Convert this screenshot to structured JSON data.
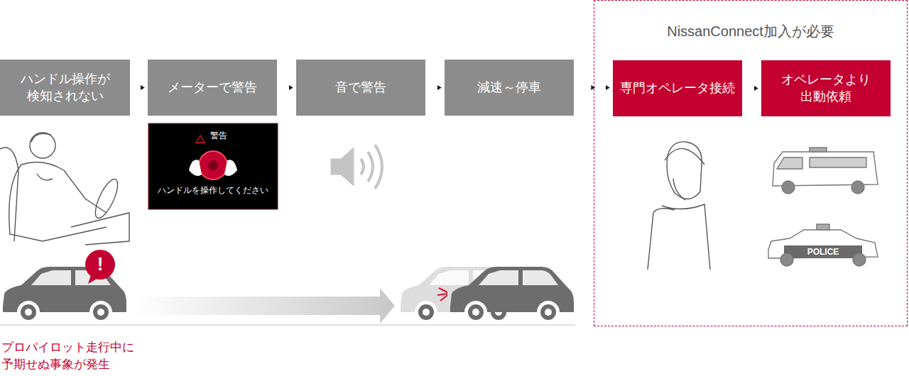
{
  "diagram": {
    "nodes": [
      {
        "text": [
          "ハンドル操作が 検知されない"
        ]
      },
      {
        "text": [
          "メーターで警告"
        ]
      },
      {
        "text": [
          "音で警告"
        ]
      },
      {
        "text": [
          "減速～停車"
        ]
      },
      {
        "text": [
          "NissanConnect加入が必要"
        ]
      },
      {
        "text": [
          "専門オペレータ接続"
        ],
        "in": 4
      },
      {
        "text": [
          "オペレータより 出動依頼"
        ],
        "in": 4
      },
      {
        "text": [
          "警告",
          "ハンドルを操作してください"
        ]
      },
      {
        "text": [
          "!"
        ]
      }
    ],
    "edges": [
      {
        "from": 0,
        "to": 1,
        "arrow": "to"
      },
      {
        "from": 1,
        "to": 2,
        "arrow": "to"
      },
      {
        "from": 2,
        "to": 3,
        "arrow": "to"
      },
      {
        "from": 3,
        "to": 5,
        "arrow": "to"
      },
      {
        "from": 5,
        "to": 6,
        "arrow": "to"
      }
    ],
    "labels": [
      "POLICE",
      "プロパイロット走行中に 予期せぬ事象が発生"
    ]
  }
}
